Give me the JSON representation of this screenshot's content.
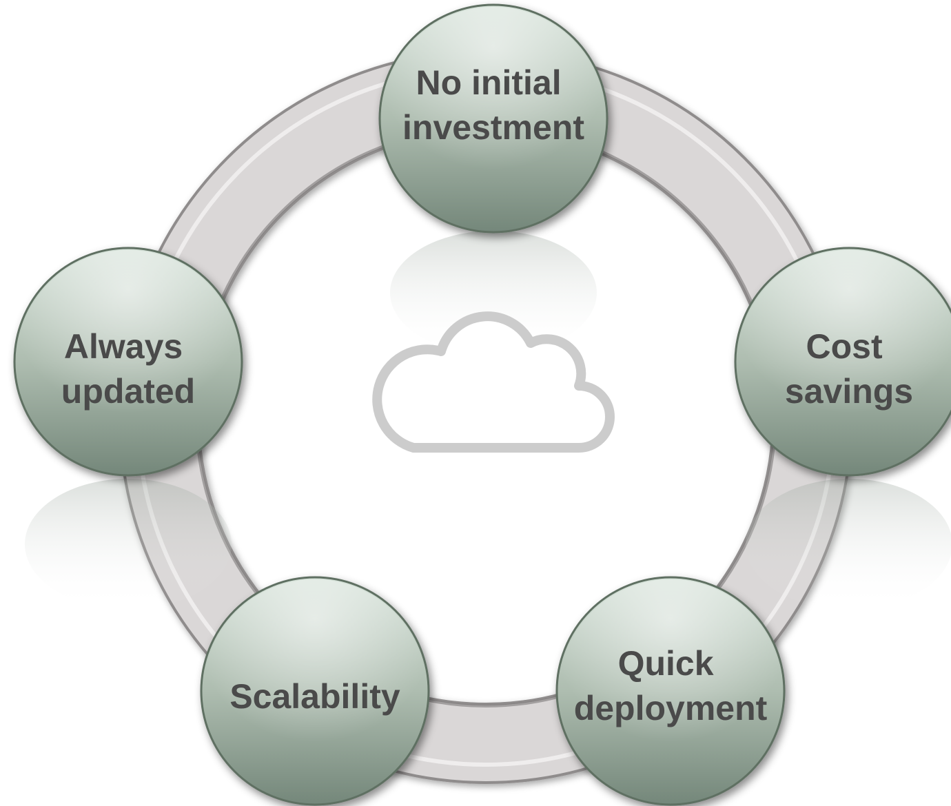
{
  "diagram": {
    "center_icon": "cloud-icon",
    "nodes": [
      {
        "id": "no-initial-investment",
        "lines": [
          "No initial",
          "investment"
        ]
      },
      {
        "id": "cost-savings",
        "lines": [
          "Cost",
          "savings"
        ]
      },
      {
        "id": "quick-deployment",
        "lines": [
          "Quick",
          "deployment"
        ]
      },
      {
        "id": "scalability",
        "lines": [
          "Scalability"
        ]
      },
      {
        "id": "always-updated",
        "lines": [
          "Always",
          "updated"
        ]
      }
    ]
  },
  "colors": {
    "ring": "#d9d6d6",
    "ring_edge": "#8f8c8c",
    "node_top": "#d3dfd6",
    "node_bottom": "#7a8c7d",
    "node_edge": "#5f6f62",
    "label": "#4a4a4a",
    "cloud_stroke": "#cccccc"
  }
}
